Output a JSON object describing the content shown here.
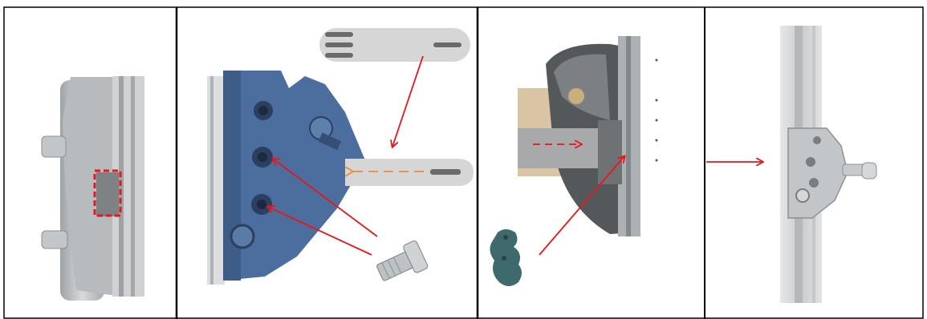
{
  "figure": {
    "panels": [
      {
        "id": "step-1",
        "description_icon": "bracket-side-view"
      },
      {
        "id": "step-2",
        "description_icon": "blue-bracket-with-bolt-holes"
      },
      {
        "id": "step-3",
        "description_icon": "insert-into-rail"
      },
      {
        "id": "step-4",
        "description_icon": "bracket-mounted-on-rail"
      }
    ],
    "colors": {
      "border": "#000000",
      "arrow_red": "#e8161b",
      "arrow_orange": "#f08a3c",
      "bracket_blue": "#4c6e9e",
      "metal_grey": "#b9bcbf",
      "rail_grey": "#d9dbdc",
      "tab_grey": "#d6d6d6",
      "tab_mark": "#6b6b6b"
    }
  }
}
